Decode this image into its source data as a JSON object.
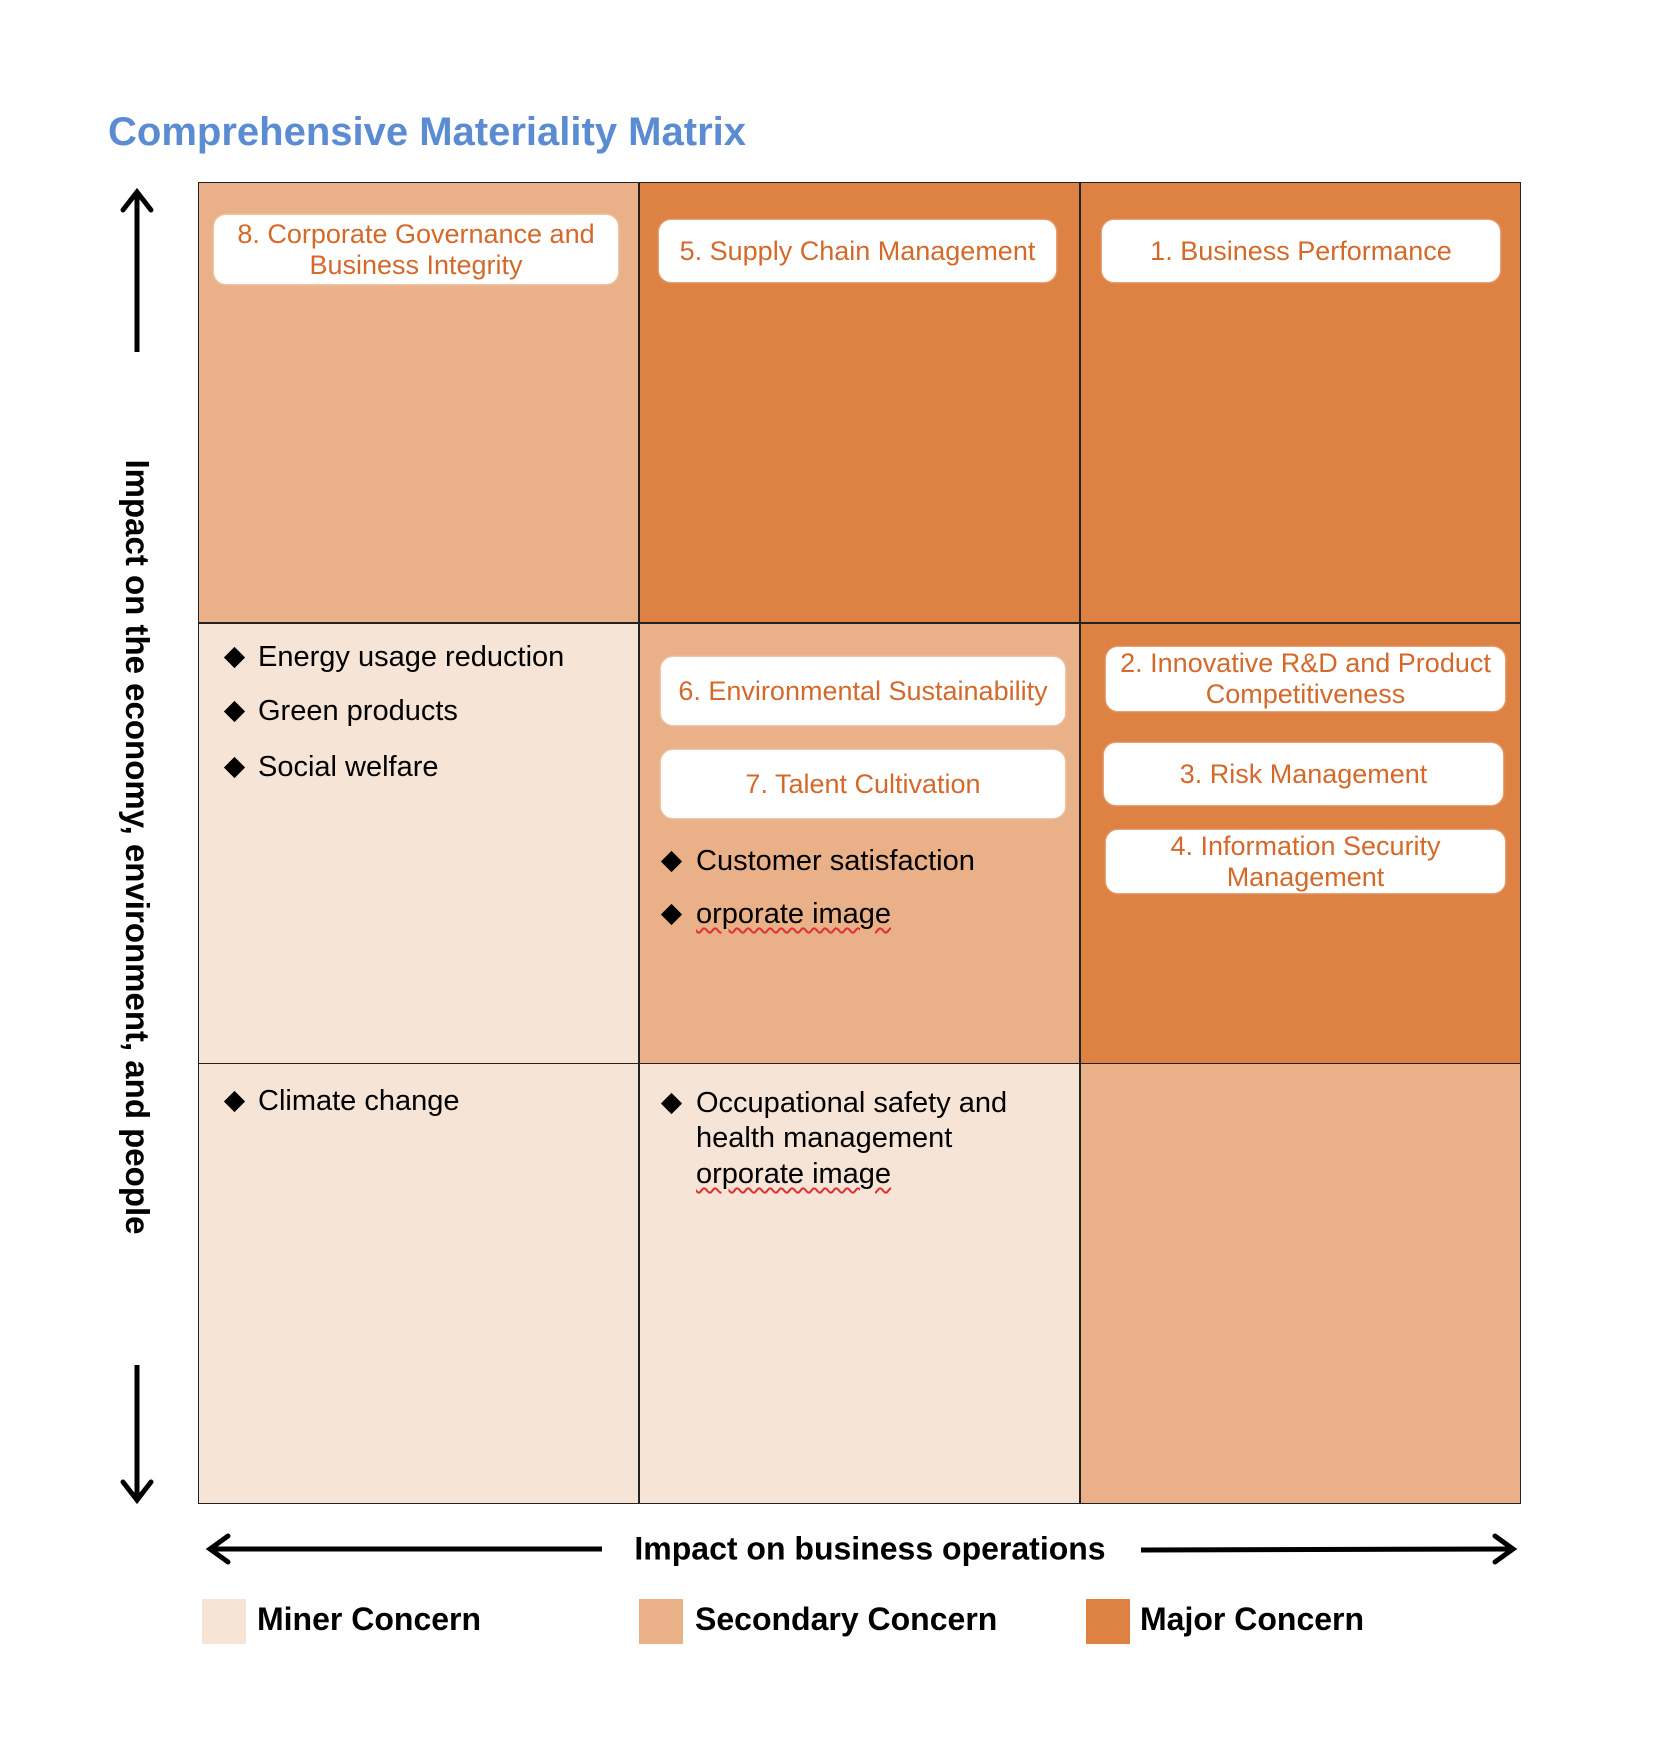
{
  "title": "Comprehensive Materiality Matrix",
  "colors": {
    "minor": "#f6e4d7",
    "secondary": "#eab189",
    "major": "#de8244",
    "topic_text": "#d4692a",
    "title": "#5b8bd0"
  },
  "axes": {
    "y_label": "Impact on the economy, environment, and people",
    "x_label": "Impact on business operations"
  },
  "topics": {
    "t8": "8. Corporate Governance and Business Integrity",
    "t5": "5. Supply Chain Management",
    "t1": "1. Business Performance",
    "t6": "6. Environmental Sustainability",
    "t7": "7. Talent Cultivation",
    "t2": "2. Innovative R&D and Product Competitiveness",
    "t3": "3. Risk Management",
    "t4": "4. Information Security Management"
  },
  "bullets": {
    "mid_left": [
      "Energy usage reduction",
      "Green products",
      "Social welfare"
    ],
    "mid_center": [
      "Customer satisfaction",
      "orporate image"
    ],
    "bottom_left": [
      "Climate change"
    ],
    "bottom_center": {
      "line1": "Occupational safety and",
      "line2": "health management",
      "line3": "orporate image"
    }
  },
  "legend": [
    {
      "label": "Miner Concern",
      "color": "#f6e4d7"
    },
    {
      "label": "Secondary Concern",
      "color": "#eab189"
    },
    {
      "label": "Major Concern",
      "color": "#de8244"
    }
  ]
}
